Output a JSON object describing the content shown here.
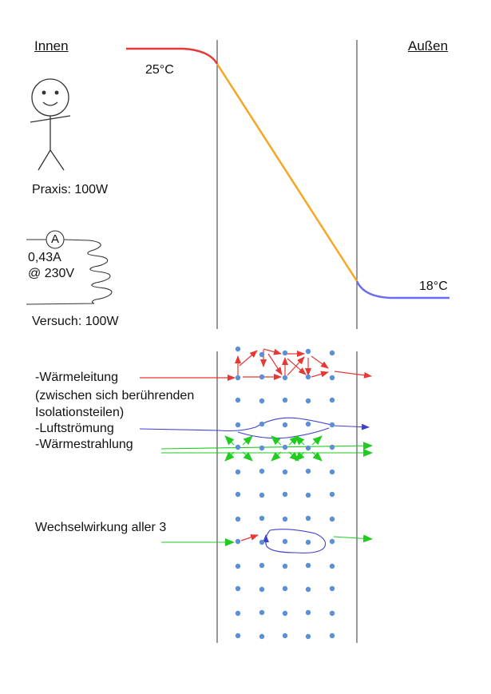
{
  "header": {
    "inside_label": "Innen",
    "outside_label": "Außen"
  },
  "temperatures": {
    "inside": "25°C",
    "outside": "18°C"
  },
  "practice": {
    "label": "Praxis: 100W"
  },
  "experiment": {
    "ammeter_symbol": "A",
    "current": "0,43A",
    "voltage": "@ 230V",
    "label": "Versuch: 100W"
  },
  "mechanisms": {
    "conduction": "-Wärmeleitung",
    "conduction_note_1": "(zwischen sich berührenden",
    "conduction_note_2": "Isolationsteilen)",
    "convection": "-Luftströmung",
    "radiation": "-Wärmestrahlung",
    "interaction": "Wechselwirkung aller 3"
  },
  "colors": {
    "warm": "#e53935",
    "gradient": "#f5a623",
    "cold": "#6b6bf0",
    "conduction": "#e53935",
    "convection": "#4040d0",
    "radiation": "#1fcc1f",
    "particle": "#5b8fd6",
    "wall": "#555555"
  }
}
